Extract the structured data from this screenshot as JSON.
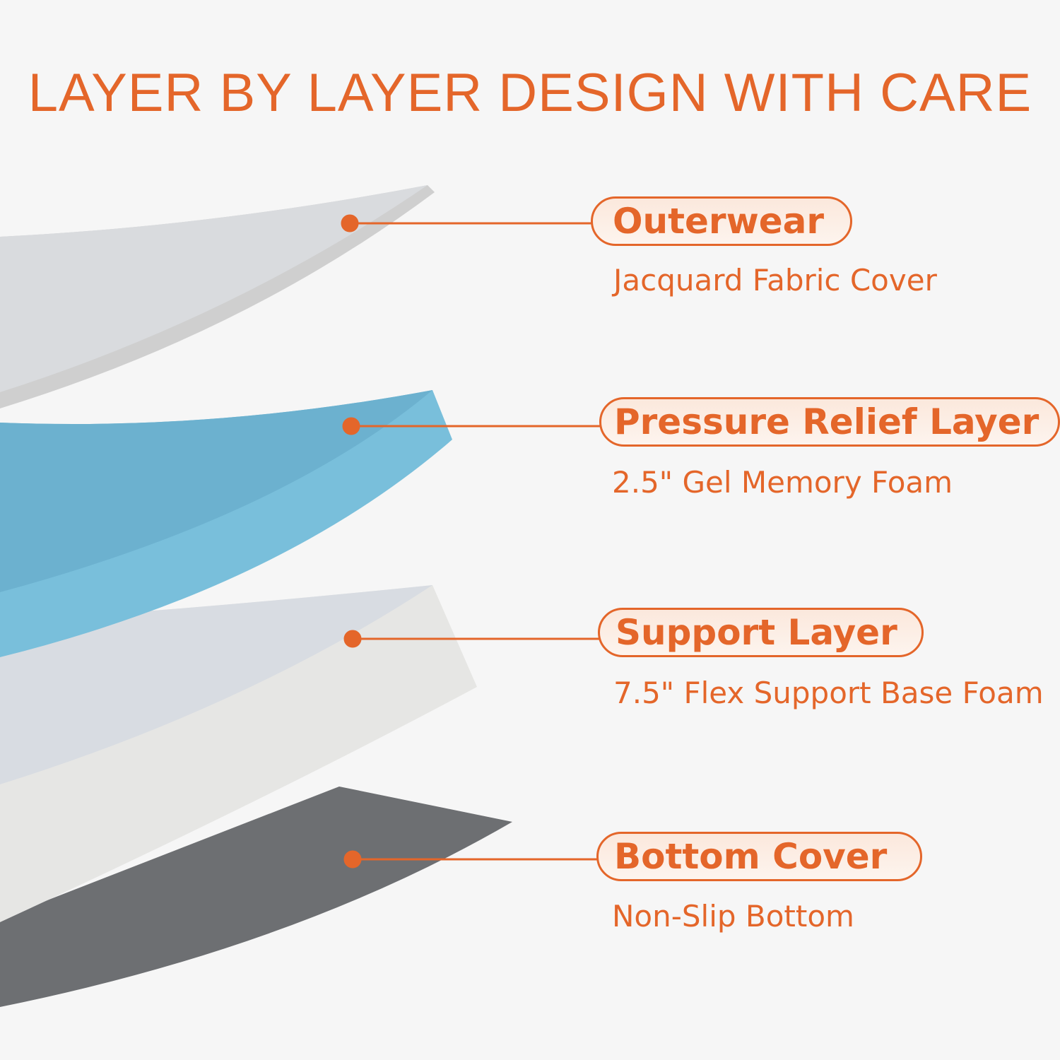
{
  "title": "LAYER BY LAYER DESIGN WITH CARE",
  "layers": [
    {
      "name": "Outerwear",
      "description": "Jacquard Fabric Cover",
      "color": "#d9dbde"
    },
    {
      "name": "Pressure Relief Layer",
      "description": "2.5\" Gel Memory Foam",
      "color": "#79bfdb"
    },
    {
      "name": "Support Layer",
      "description": "7.5\" Flex Support Base Foam",
      "color": "#e3e3e3"
    },
    {
      "name": "Bottom Cover",
      "description": "Non-Slip Bottom",
      "color": "#6d6f72"
    }
  ],
  "accent": "#e4662a"
}
